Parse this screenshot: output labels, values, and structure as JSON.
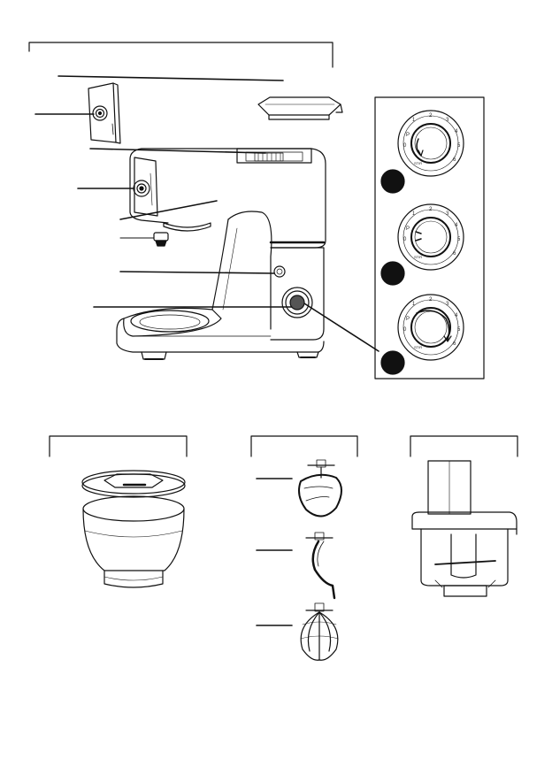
{
  "figure": {
    "dials": [
      {
        "ticks": [
          "0",
          "P",
          "1",
          "2",
          "3",
          "4",
          "5",
          "6"
        ],
        "mode_label": "STIR"
      },
      {
        "ticks": [
          "0",
          "P",
          "1",
          "2",
          "3",
          "4",
          "5",
          "6"
        ],
        "mode_label": "STIR"
      },
      {
        "ticks": [
          "0",
          "P",
          "1",
          "2",
          "3",
          "4",
          "5",
          "6"
        ],
        "mode_label": "STIR"
      }
    ]
  }
}
